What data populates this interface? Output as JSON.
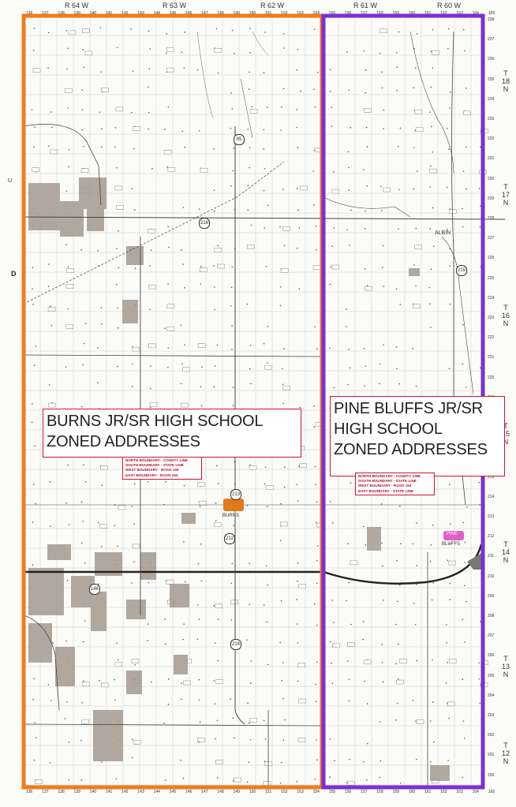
{
  "ranges": [
    "R 64 W",
    "R 63 W",
    "R 62 W",
    "R 61 W",
    "R 60 W"
  ],
  "townships": [
    {
      "t": "T",
      "n": "18",
      "d": "N"
    },
    {
      "t": "T",
      "n": "17",
      "d": "N"
    },
    {
      "t": "T",
      "n": "16",
      "d": "N"
    },
    {
      "t": "T",
      "n": "15",
      "d": "N"
    },
    {
      "t": "T",
      "n": "14",
      "d": "N"
    },
    {
      "t": "T",
      "n": "13",
      "d": "N"
    },
    {
      "t": "T",
      "n": "12",
      "d": "N"
    }
  ],
  "top_numbers": [
    "136",
    "137",
    "138",
    "139",
    "140",
    "141",
    "142",
    "143",
    "144",
    "145",
    "146",
    "147",
    "148",
    "149",
    "150",
    "151",
    "152",
    "153",
    "154",
    "155",
    "156",
    "157",
    "158",
    "159",
    "160",
    "161",
    "162",
    "163",
    "164",
    "165"
  ],
  "side_numbers": [
    "238",
    "237",
    "236",
    "235",
    "234",
    "233",
    "232",
    "231",
    "230",
    "229",
    "228",
    "227",
    "226",
    "225",
    "224",
    "223",
    "222",
    "221",
    "220",
    "219",
    "218",
    "217",
    "216",
    "215",
    "214",
    "213",
    "212",
    "211",
    "210",
    "209",
    "208",
    "207",
    "206",
    "205",
    "204",
    "203",
    "202",
    "201",
    "200"
  ],
  "zones": {
    "burns": {
      "title_line1": "BURNS JR/SR HIGH SCHOOL",
      "title_line2": "ZONED ADDRESSES",
      "notes": [
        "NORTH BOUNDARY - COUNTY LINE",
        "SOUTH BOUNDARY - STATE LINE",
        "WEST BOUNDARY - ROAD 136",
        "EAST BOUNDARY - ROAD 154"
      ],
      "color": "#f07c1a"
    },
    "pine_bluffs": {
      "title_line1": "PINE BLUFFS JR/SR",
      "title_line2": "HIGH SCHOOL",
      "title_line3": "ZONED ADDRESSES",
      "notes": [
        "NORTH BOUNDARY - COUNTY LINE",
        "SOUTH BOUNDARY - STATE LINE",
        "WEST BOUNDARY - ROAD 154",
        "EAST BOUNDARY - STATE LINE"
      ],
      "color": "#7b2fd6"
    }
  },
  "places": {
    "burns": "BURNS",
    "albin": "ALBIN",
    "pine_bluffs_1": "PINE",
    "pine_bluffs_2": "BLUFFS"
  },
  "highways": [
    "85",
    "216",
    "213",
    "215",
    "212",
    "214",
    "146"
  ],
  "edge_marks": {
    "d": "D",
    "u": "U"
  }
}
